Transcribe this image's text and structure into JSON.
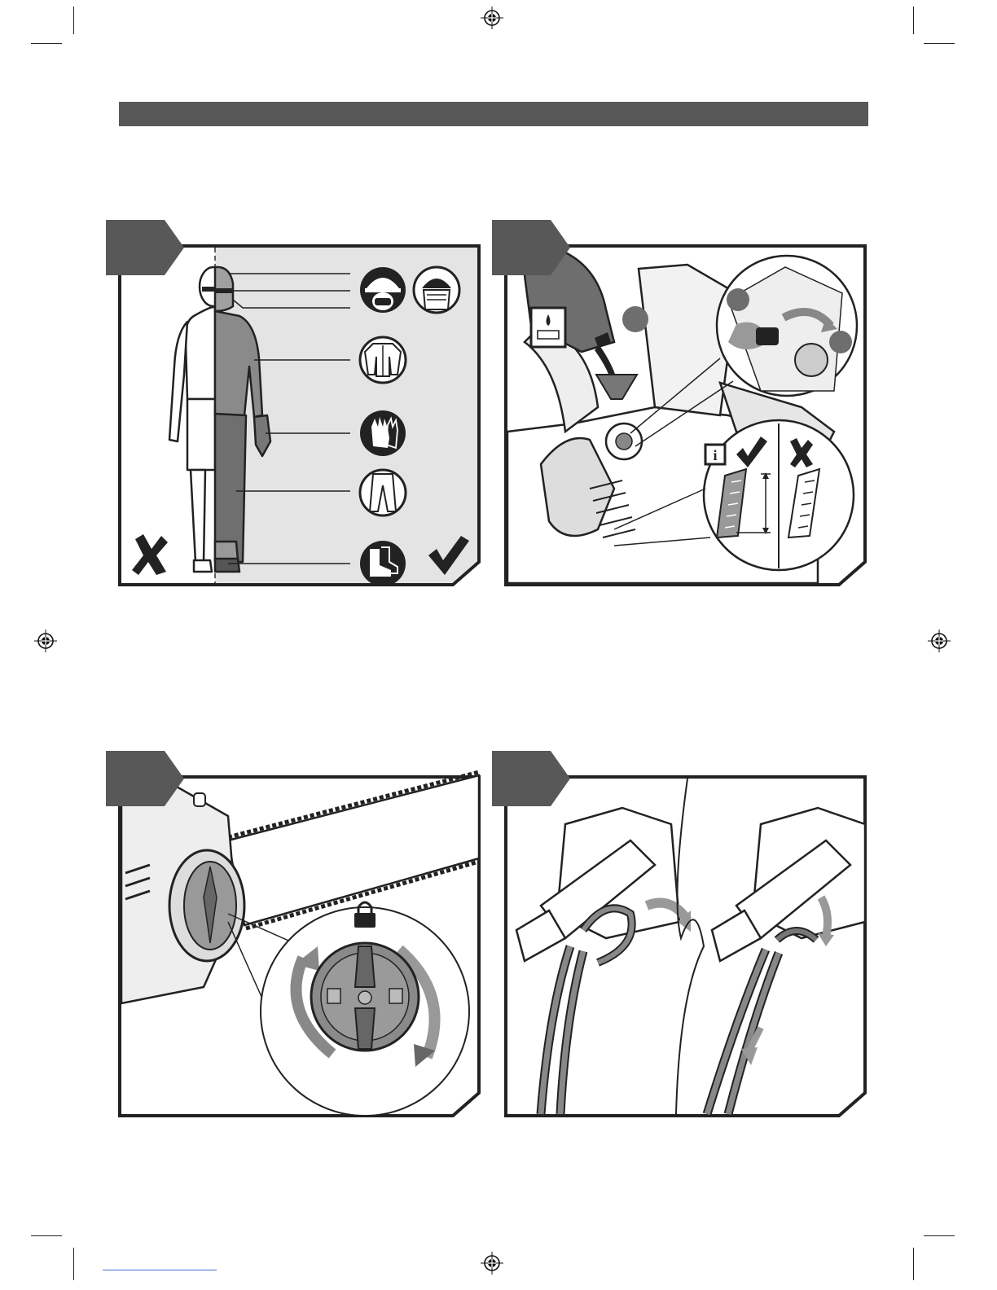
{
  "page": {
    "header_bar_color": "#585858",
    "panel_tab_color": "#585858",
    "border_color": "#222222"
  },
  "panels": [
    {
      "id": "ppe",
      "icons": [
        "helmet-mask-icon",
        "visor-helmet-icon",
        "jacket-icon",
        "gloves-icon",
        "trousers-icon",
        "boots-icon"
      ],
      "wrong_mark": "cross-icon",
      "right_mark": "check-icon"
    },
    {
      "id": "oil-fill",
      "callout_numbers": [
        "",
        "",
        ""
      ],
      "info_label": "i",
      "right_mark": "check-icon",
      "wrong_mark": "cross-icon"
    },
    {
      "id": "chain-tension-knob",
      "lock_icon": "lock-icon"
    },
    {
      "id": "cable-strain-relief"
    }
  ]
}
